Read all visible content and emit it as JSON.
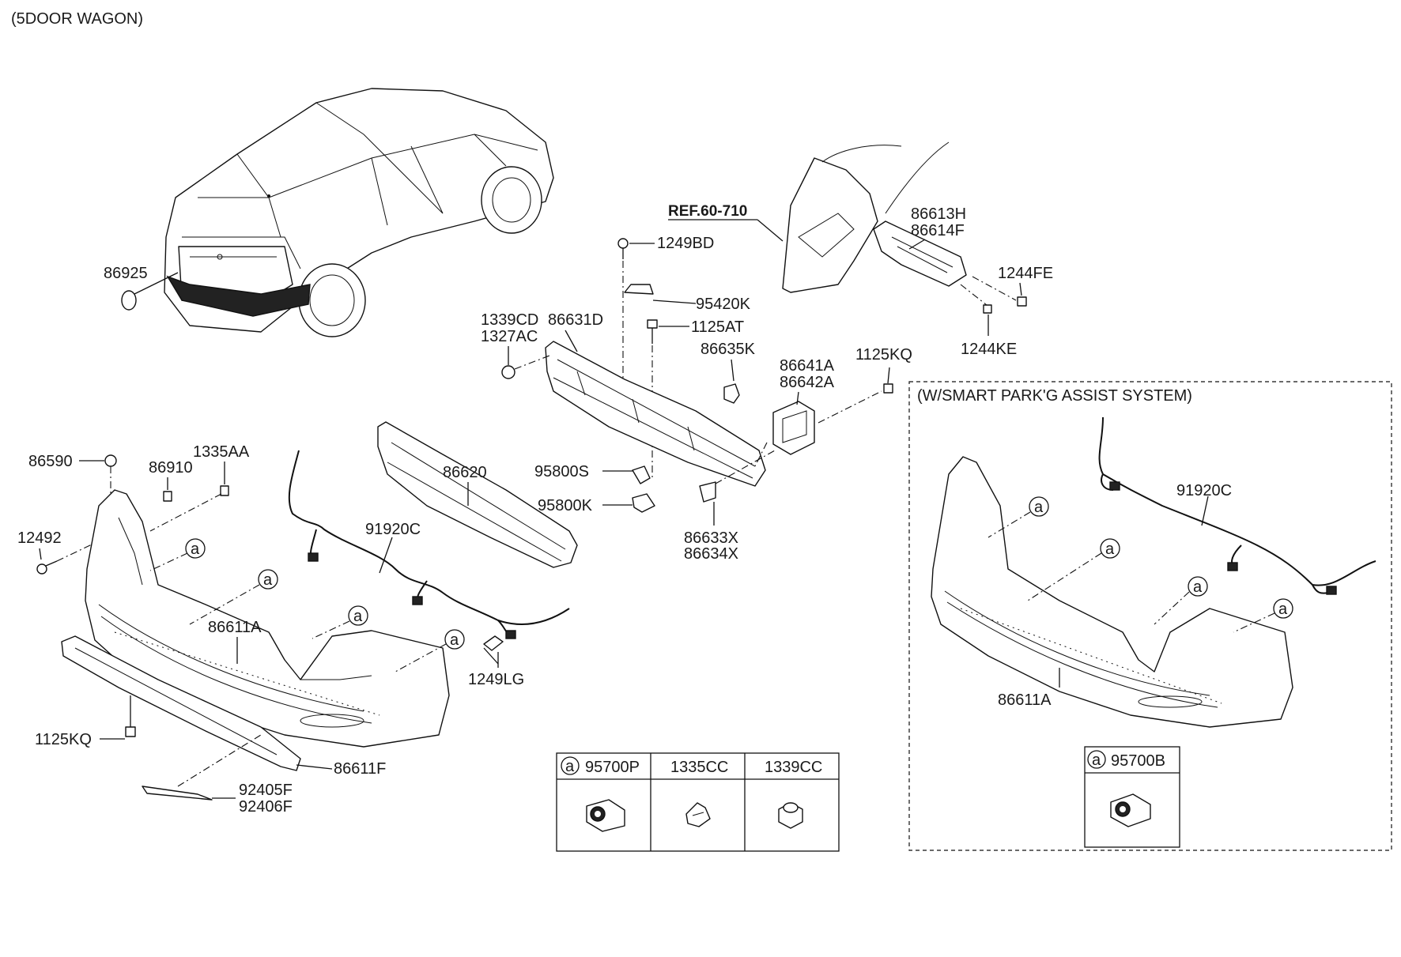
{
  "header": {
    "variant": "(5DOOR WAGON)"
  },
  "reference": {
    "ref_label": "REF.60-710"
  },
  "labels": {
    "p86925": "86925",
    "p1249BD": "1249BD",
    "p95420K": "95420K",
    "p1125AT": "1125AT",
    "p1339CD": "1339CD",
    "p1327AC": "1327AC",
    "p86631D": "86631D",
    "p86635K": "86635K",
    "p86641A": "86641A",
    "p86642A": "86642A",
    "p1125KQ_top": "1125KQ",
    "p86613H": "86613H",
    "p86614F": "86614F",
    "p1244FE": "1244FE",
    "p1244KE": "1244KE",
    "p86590": "86590",
    "p86910": "86910",
    "p1335AA": "1335AA",
    "p12492": "12492",
    "p86620": "86620",
    "p95800S": "95800S",
    "p95800K": "95800K",
    "p91920C_main": "91920C",
    "p86633X": "86633X",
    "p86634X": "86634X",
    "p86611A_main": "86611A",
    "p1249LG": "1249LG",
    "p1125KQ_bottom": "1125KQ",
    "p86611F": "86611F",
    "p92405F": "92405F",
    "p92406F": "92406F"
  },
  "markers": {
    "a": "a"
  },
  "legend_table": {
    "col1": "95700P",
    "col2": "1335CC",
    "col3": "1339CC"
  },
  "smart_park": {
    "title": "(W/SMART PARK'G ASSIST SYSTEM)",
    "harness": "91920C",
    "bumper": "86611A",
    "sensor": "95700B"
  }
}
